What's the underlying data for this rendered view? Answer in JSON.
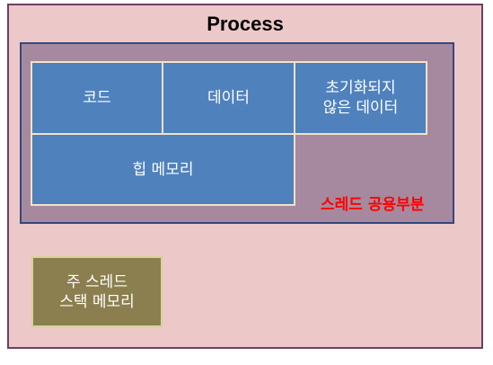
{
  "process": {
    "title": "Process"
  },
  "shared_region": {
    "label": "스레드 공용부분",
    "blocks": {
      "code": "코드",
      "data": "데이터",
      "bss": "초기화되지\n않은 데이터",
      "heap": "힙 메모리"
    }
  },
  "main_thread_stack": {
    "label": "주 스레드\n스택 메모리"
  },
  "colors": {
    "process_bg": "#ecc8c8",
    "process_border": "#6b3f63",
    "shared_bg": "#a6899e",
    "shared_border": "#33487f",
    "memory_block": "#4f81bd",
    "shared_label": "#ff0000",
    "stack_block": "#8b7f4f"
  }
}
